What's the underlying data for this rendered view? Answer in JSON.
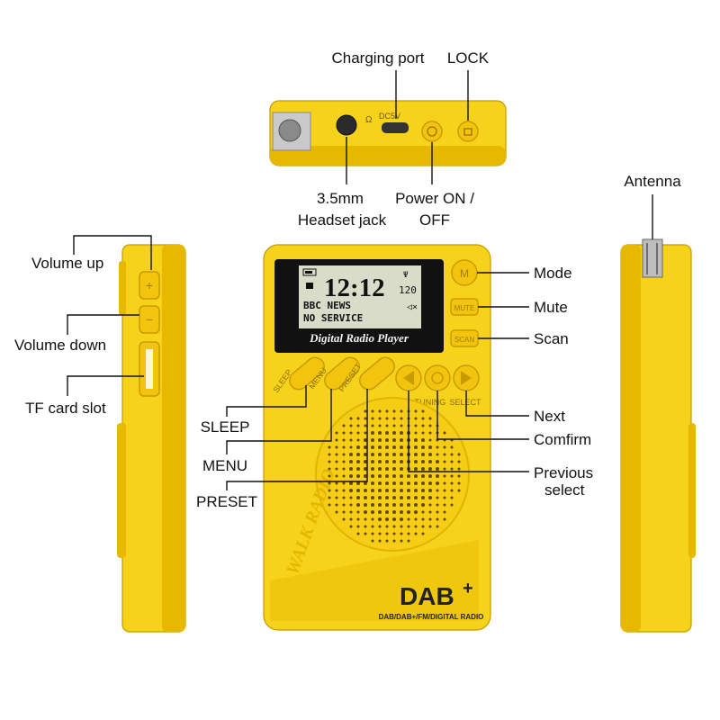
{
  "device": {
    "lcd": {
      "time": "12:12",
      "signal": "120",
      "line1": "BBC NEWS",
      "line2": "NO SERVICE",
      "title": "Digital Radio Player"
    },
    "front_buttons": {
      "mode": "M",
      "mute": "MUTE",
      "scan": "SCAN",
      "sleep": "SLEEP",
      "menu": "MENU",
      "preset": "PRESET",
      "tuning": "TUNING",
      "select": "SELECT"
    },
    "body_text": "WALK RADIO",
    "dab_logo": "DAB",
    "dab_plus": "+",
    "dab_caption": "DAB/DAB+/FM/DIGITAL RADIO",
    "top_port": "DC5V"
  },
  "labels": {
    "charging_port": "Charging port",
    "lock": "LOCK",
    "headset_1": "3.5mm",
    "headset_2": "Headset jack",
    "power_1": "Power ON /",
    "power_2": "OFF",
    "antenna": "Antenna",
    "volume_up": "Volume up",
    "volume_down": "Volume down",
    "tf_card": "TF card slot",
    "mode": "Mode",
    "mute": "Mute",
    "scan": "Scan",
    "next": "Next",
    "confirm": "Comfirm",
    "previous_1": "Previous",
    "previous_2": "select",
    "sleep": "SLEEP",
    "menu": "MENU",
    "preset": "PRESET"
  },
  "colors": {
    "body_yellow": "#f7d21a",
    "edge_yellow": "#e6b800",
    "lcd_bg": "#d9dcc9",
    "lcd_frame": "#111111"
  }
}
